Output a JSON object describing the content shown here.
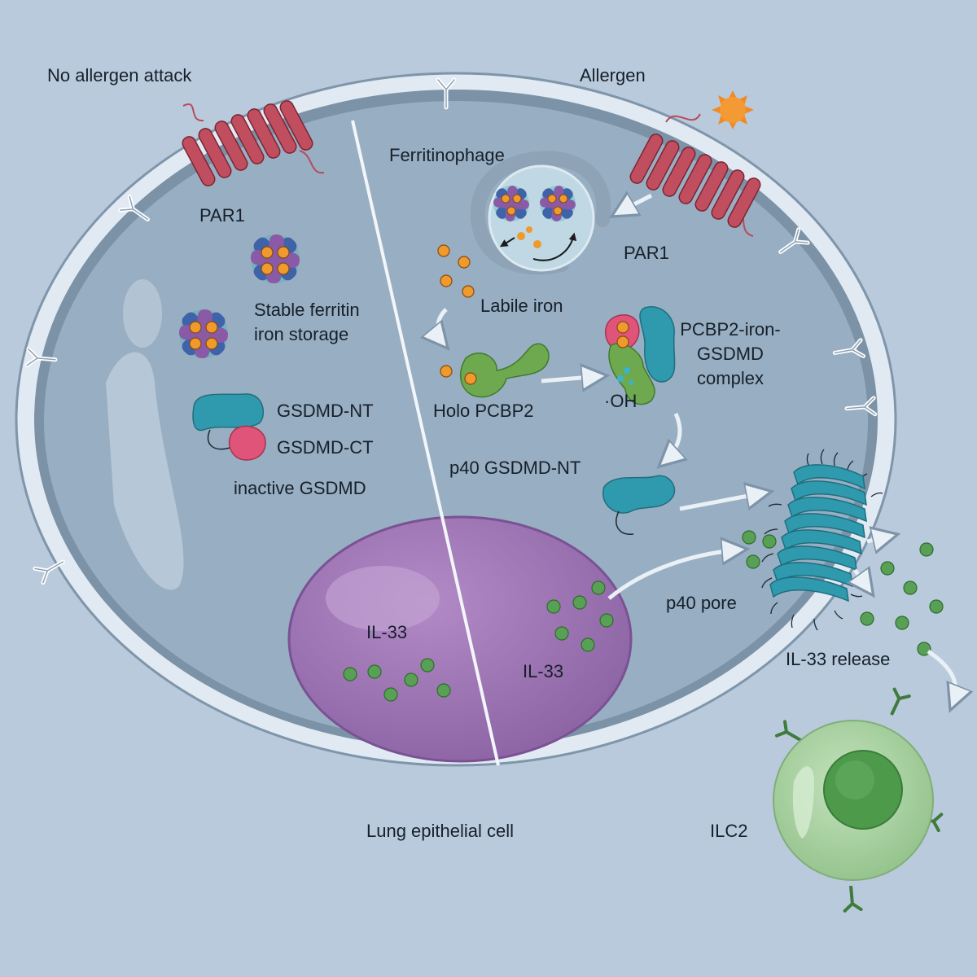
{
  "labels": {
    "no_allergen": "No allergen attack",
    "allergen": "Allergen",
    "ferritinophage": "Ferritinophage",
    "par1_left": "PAR1",
    "par1_right": "PAR1",
    "stable_ferritin_line1": "Stable ferritin",
    "stable_ferritin_line2": "iron storage",
    "labile_iron": "Labile iron",
    "pcbp2_complex_line1": "PCBP2-iron-",
    "pcbp2_complex_line2": "GSDMD",
    "pcbp2_complex_line3": "complex",
    "oh_radical": "·OH",
    "holo_pcbp2": "Holo PCBP2",
    "gsdmd_nt": "GSDMD-NT",
    "gsdmd_ct": "GSDMD-CT",
    "inactive_gsdmd": "inactive GSDMD",
    "p40_gsdmd_nt": "p40 GSDMD-NT",
    "p40_pore": "p40 pore",
    "il33_left": "IL-33",
    "il33_right": "IL-33",
    "il33_release": "IL-33 release",
    "lung_epithelial_cell": "Lung epithelial cell",
    "ilc2": "ILC2"
  },
  "colors": {
    "background": "#b9cadc",
    "membrane_outer": "#dde7f1",
    "membrane_inner": "#6e8498",
    "cytoplasm": "#93aabe",
    "par1": "#b94a5a",
    "ferritin_blue": "#3e63a8",
    "ferritin_purple": "#8a5aa6",
    "iron": "#ee9a2c",
    "pcbp2": "#6ea84f",
    "gsdmd_nt": "#2f9aae",
    "gsdmd_ct": "#df5478",
    "nucleus": "#9a72b0",
    "il33": "#58a055",
    "allergen": "#f08a24",
    "ilc2": "#a6d2a0"
  },
  "icons": [
    "par1-receptor-icon",
    "ferritin-icon",
    "iron-atom-icon",
    "pcbp2-icon",
    "gsdmd-icon",
    "pore-icon",
    "il33-particle-icon",
    "allergen-icon",
    "ilc2-cell-icon"
  ]
}
